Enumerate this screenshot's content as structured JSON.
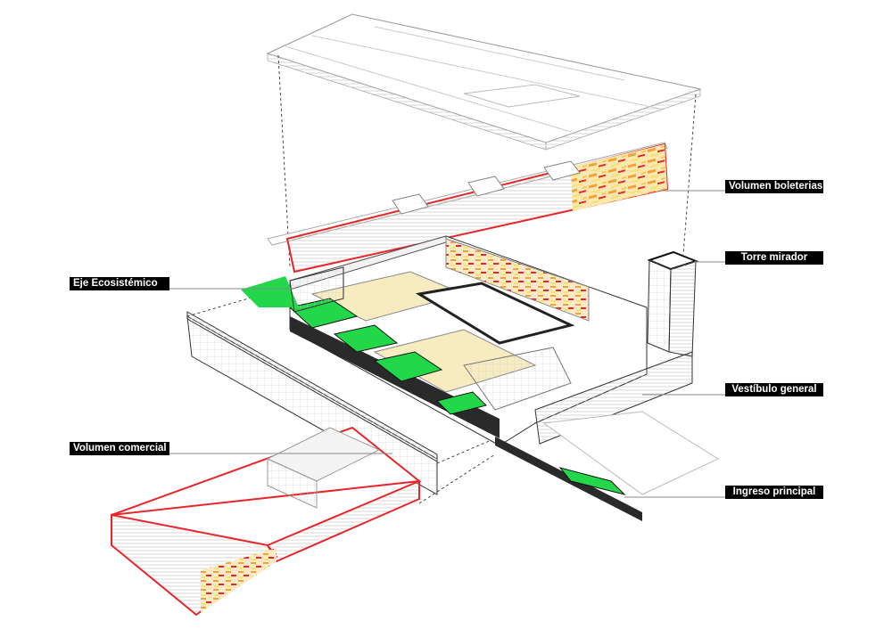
{
  "labels": {
    "boleterias": "Volumen boleterias",
    "torre": "Torre mirador",
    "eje": "Eje Ecosistémico",
    "vestibulo": "Vestíbulo general",
    "comercial": "Volumen comercial",
    "ingreso": "Ingreso principal"
  },
  "colors": {
    "accent_red": "#e8262a",
    "green": "#22d84a",
    "cream": "#f7ecc0",
    "facade_orange": "#f2a23a",
    "facade_yellow": "#f6e36a",
    "slab_dark": "#2a2a2a"
  }
}
